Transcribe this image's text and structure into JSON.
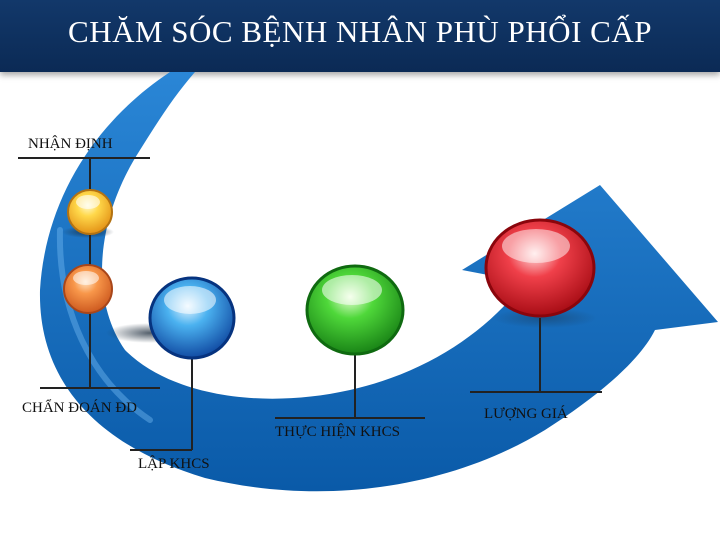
{
  "slide": {
    "title": "CHĂM SÓC BỆNH NHÂN PHÙ PHỔI CẤP"
  },
  "steps": [
    {
      "label": "NHẬN ĐỊNH",
      "color": "#f5c024"
    },
    {
      "label": "CHẨN ĐOÁN ĐD",
      "color": "#f07a2a"
    },
    {
      "label": "LẬP KHCS",
      "color": "#1e7fd8"
    },
    {
      "label": "THỰC HIỆN KHCS",
      "color": "#2db52a"
    },
    {
      "label": "LƯỢNG GIÁ",
      "color": "#d8151f"
    }
  ],
  "colors": {
    "title_bar": "#0b2a55",
    "arrow": "#1066b8"
  }
}
